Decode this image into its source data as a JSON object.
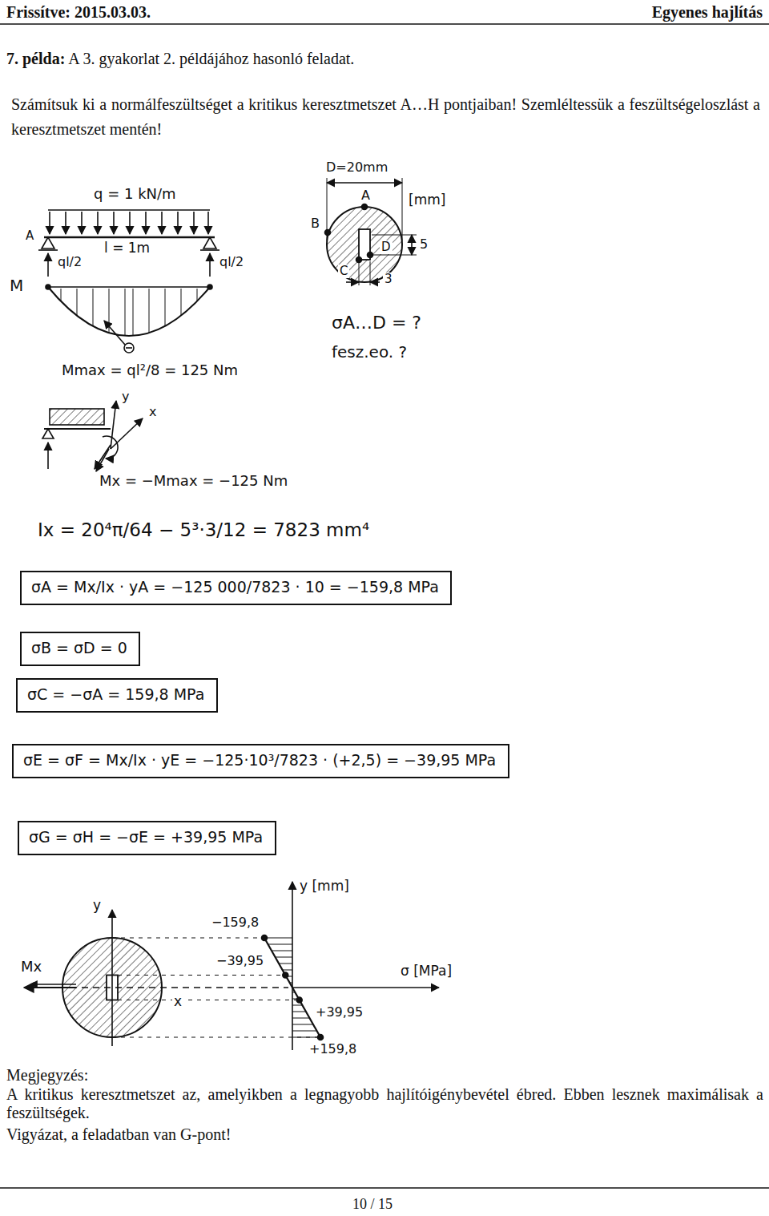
{
  "diagram": {
    "title": "7. példa: A 3. gyakorlat 2. példájához hasonló feladat.",
    "nodes": [
      {
        "text": [
          "σA = Mx/Ix · yA = −125 000/7823 · 10 = −159,8 MPa"
        ]
      },
      {
        "text": [
          "σB = σD = 0"
        ]
      },
      {
        "text": [
          "σC = −σA = 159,8 MPa"
        ]
      },
      {
        "text": [
          "σE = σF = Mx/Ix · yE = −125·10³/7823 · (+2,5) = −39,95 MPa"
        ]
      },
      {
        "text": [
          "σG = σH = −σE = +39,95 MPa"
        ]
      }
    ],
    "labels": [
      "Frissítve: 2015.03.03.",
      "Egyenes hajlítás",
      "Számítsuk ki a normálfeszültséget a kritikus keresztmetszet A…H pontjaiban! Szemléltessük a feszültségeloszlást a keresztmetszet mentén!",
      "q = 1 kN/m",
      "A",
      "l = 1m",
      "ql/2",
      "ql/2",
      "M",
      "Mmax = ql²/8 = 125 Nm",
      "y",
      "x",
      "Mx = −Mmax = −125 Nm",
      "D=20mm",
      "[mm]",
      "A",
      "B",
      "5",
      "D",
      "C",
      "3",
      "σA…D = ?",
      "fesz.eo. ?",
      "Ix = 20⁴π/64 − 5³·3/12 = 7823 mm⁴",
      "y",
      "Mx",
      "x",
      "y [mm]",
      "−159,8",
      "−39,95",
      "+39,95",
      "σ [MPa]",
      "+159,8",
      "Megjegyzés:",
      "A kritikus keresztmetszet az, amelyikben a legnagyobb hajlítóigénybevétel ébred. Ebben lesznek maximálisak a feszültségek.",
      "Vigyázat, a feladatban van G-pont!",
      "10 / 15"
    ]
  }
}
